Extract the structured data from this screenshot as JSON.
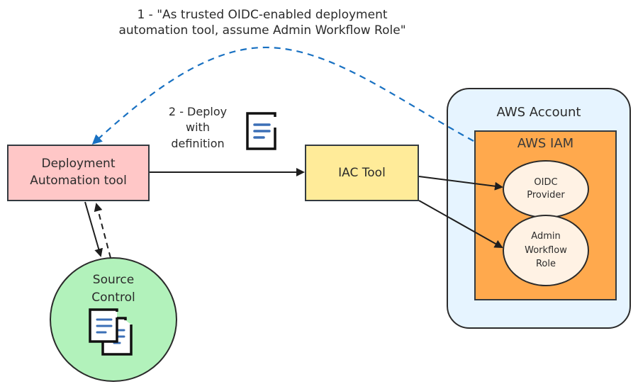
{
  "edges": {
    "step1_label": "1 - \"As trusted OIDC-enabled deployment\nautomation tool, assume Admin Workflow Role\"",
    "step1_line1": "1 - \"As trusted OIDC-enabled deployment",
    "step1_line2": "automation tool, assume Admin Workflow Role\"",
    "step2_line1": "2 - Deploy",
    "step2_line2": "with",
    "step2_line3": "definition"
  },
  "nodes": {
    "deployment_tool": {
      "line1": "Deployment",
      "line2": "Automation tool"
    },
    "iac_tool": {
      "label": "IAC Tool"
    },
    "source_control": {
      "line1": "Source",
      "line2": "Control"
    },
    "aws_account": {
      "label": "AWS Account"
    },
    "aws_iam": {
      "label": "AWS IAM"
    },
    "oidc_provider": {
      "line1": "OIDC",
      "line2": "Provider"
    },
    "admin_role": {
      "line1": "Admin",
      "line2": "Workflow",
      "line3": "Role"
    }
  },
  "colors": {
    "deployment_tool_fill": "#ffc7c7",
    "iac_tool_fill": "#ffeb99",
    "source_control_fill": "#b2f2bb",
    "aws_account_fill": "#e6f4ff",
    "aws_iam_fill": "#ffa94d",
    "oval_fill": "#fff2e4",
    "dashed_arrow": "#1971c2",
    "doc_lines": "#3b6fb6"
  },
  "icons": [
    "document-icon",
    "documents-icon"
  ]
}
